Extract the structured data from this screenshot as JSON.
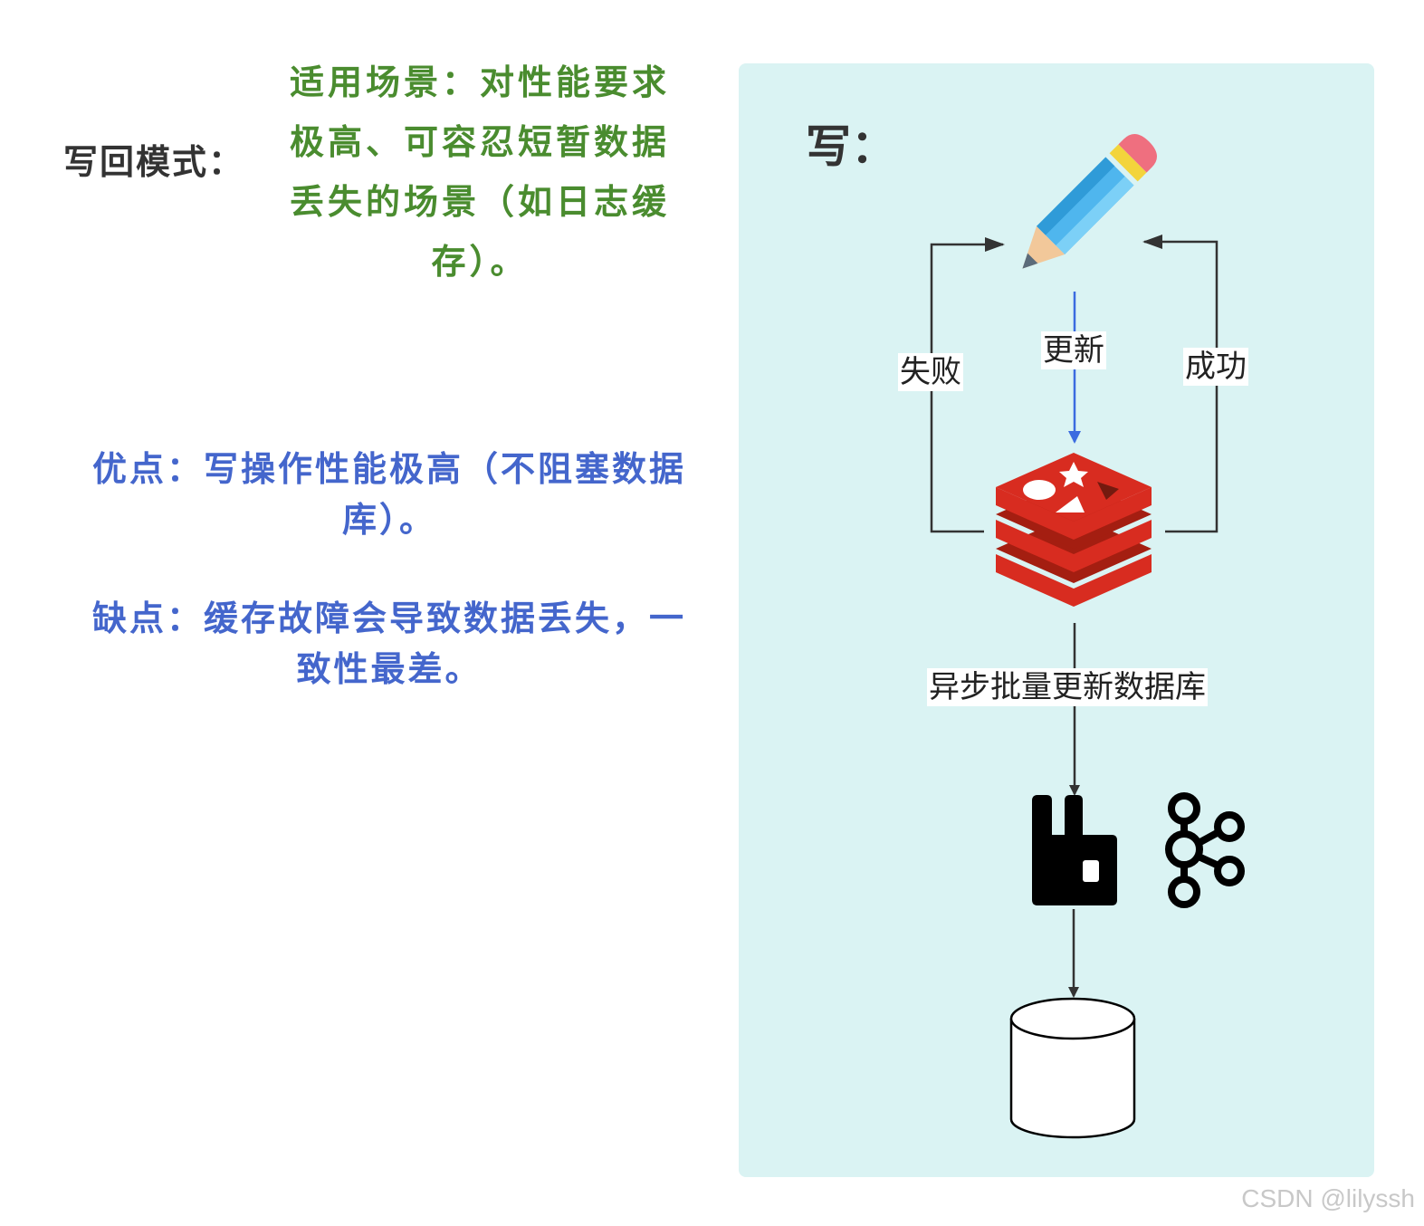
{
  "left": {
    "mode_label": "写回模式：",
    "scenario": "适用场景：对性能要求极高、可容忍短暂数据丢失的场景（如日志缓存）。",
    "pros": "优点：写操作性能极高（不阻塞数据库）。",
    "cons": "缺点：缓存故障会导致数据丢失，一致性最差。"
  },
  "diagram": {
    "title": "写：",
    "label_update": "更新",
    "label_fail": "失败",
    "label_success": "成功",
    "label_async": "异步批量更新数据库"
  },
  "colors": {
    "panel_bg": "#daf3f3",
    "scenario_text": "#4a8c2f",
    "pros_cons_text": "#4466cc",
    "redis_red": "#d82c20",
    "update_arrow": "#3b6be0"
  },
  "icons": [
    "pencil-icon",
    "redis-icon",
    "rabbitmq-icon",
    "kafka-icon",
    "database-icon"
  ],
  "watermark": "CSDN @lilyssh"
}
